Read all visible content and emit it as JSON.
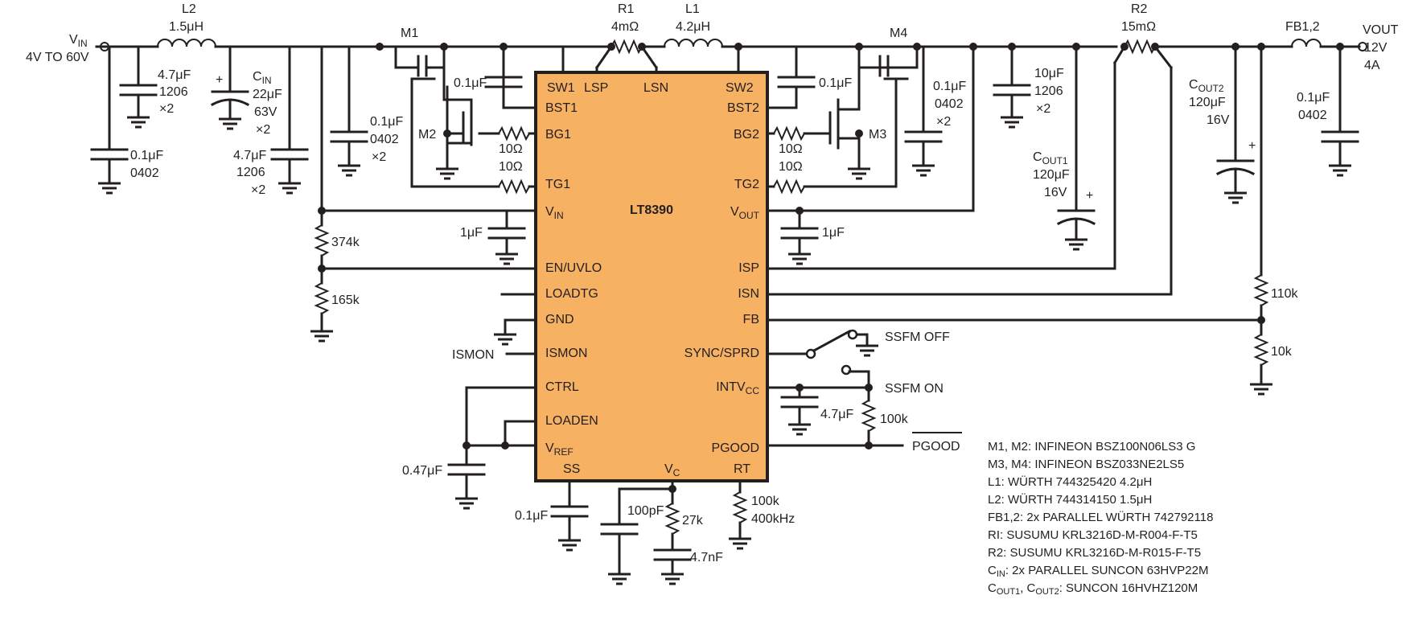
{
  "ic": {
    "name": "LT8390",
    "fill_color": "#f7b163",
    "pins_left": [
      "BST1",
      "BG1",
      "TG1",
      "V",
      "EN/UVLO",
      "LOADTG",
      "GND",
      "ISMON",
      "CTRL",
      "LOADEN",
      "V"
    ],
    "pins_right": [
      "BST2",
      "BG2",
      "TG2",
      "V",
      "ISP",
      "ISN",
      "FB",
      "SYNC/SPRD",
      "INTV",
      "PGOOD"
    ],
    "pins_top": [
      "SW1",
      "LSP",
      "LSN",
      "SW2"
    ],
    "pins_bottom": [
      "SS",
      "V",
      "RT"
    ],
    "sub_vin": "IN",
    "sub_vref": "REF",
    "sub_vout": "OUT",
    "sub_intvcc": "CC",
    "sub_vc": "C"
  },
  "input": {
    "v": "V",
    "sub": "IN",
    "range": "4V TO 60V"
  },
  "output": {
    "name": "VOUT",
    "voltage": "12V",
    "current": "4A"
  },
  "components": {
    "L2": {
      "ref": "L2",
      "value": "1.5μH"
    },
    "R1": {
      "ref": "R1",
      "value": "4mΩ"
    },
    "L1": {
      "ref": "L1",
      "value": "4.2μH"
    },
    "R2": {
      "ref": "R2",
      "value": "15mΩ"
    },
    "FB12": {
      "ref": "FB1,2"
    },
    "M1": "M1",
    "M2": "M2",
    "M3": "M3",
    "M4": "M4",
    "c_in_a": [
      "4.7μF",
      "1206",
      "×2"
    ],
    "c_in_b": [
      "0.1μF",
      "0402"
    ],
    "cin": {
      "c": "C",
      "sub": "IN",
      "lines": [
        "22μF",
        "63V",
        "×2"
      ]
    },
    "c_in_c": [
      "4.7μF",
      "1206",
      "×2"
    ],
    "c_in_d": [
      "0.1μF",
      "0402",
      "×2"
    ],
    "c_bst1": "0.1μF",
    "c_bst2": "0.1μF",
    "r_bg1": "10Ω",
    "r_tg1": "10Ω",
    "r_bg2": "10Ω",
    "r_tg2": "10Ω",
    "c_out_a": [
      "0.1μF",
      "0402",
      "×2"
    ],
    "c_out_b": [
      "10μF",
      "1206",
      "×2"
    ],
    "cout1": {
      "c": "C",
      "sub": "OUT1",
      "lines": [
        "120μF",
        "16V"
      ]
    },
    "cout2": {
      "c": "C",
      "sub": "OUT2",
      "lines": [
        "120μF",
        "16V"
      ]
    },
    "c_vout_f": [
      "0.1μF",
      "0402"
    ],
    "c_vin_1u": "1μF",
    "c_vout_1u": "1μF",
    "r_374k": "374k",
    "r_165k": "165k",
    "r_110k": "110k",
    "r_10k": "10k",
    "ismon": "ISMON",
    "c_047": "0.47μF",
    "c_ss": "0.1μF",
    "c_100p": "100pF",
    "r_27k": "27k",
    "c_47n": "4.7nF",
    "r_rt": [
      "100k",
      "400kHz"
    ],
    "c_intvcc": "4.7μF",
    "r_100k": "100k",
    "ssfm_off": "SSFM OFF",
    "ssfm_on": "SSFM ON",
    "pgood": "PGOOD"
  },
  "notes": [
    "M1, M2: INFINEON BSZ100N06LS3 G",
    "M3, M4: INFINEON BSZ033NE2LS5",
    "L1: WÜRTH 744325420 4.2μH",
    "L2: WÜRTH 744314150 1.5μH",
    "FB1,2: 2x PARALLEL WÜRTH 742792118",
    "RI: SUSUMU KRL3216D-M-R004-F-T5",
    "R2: SUSUMU KRL3216D-M-R015-F-T5"
  ],
  "note_cin": {
    "c": "C",
    "sub": "IN",
    "rest": ": 2x PARALLEL SUNCON 63HVP22M"
  },
  "note_cout": {
    "c1": "C",
    "sub1": "OUT1",
    "mid": ", C",
    "sub2": "OUT2",
    "rest": ": SUNCON 16HVHZ120M"
  }
}
